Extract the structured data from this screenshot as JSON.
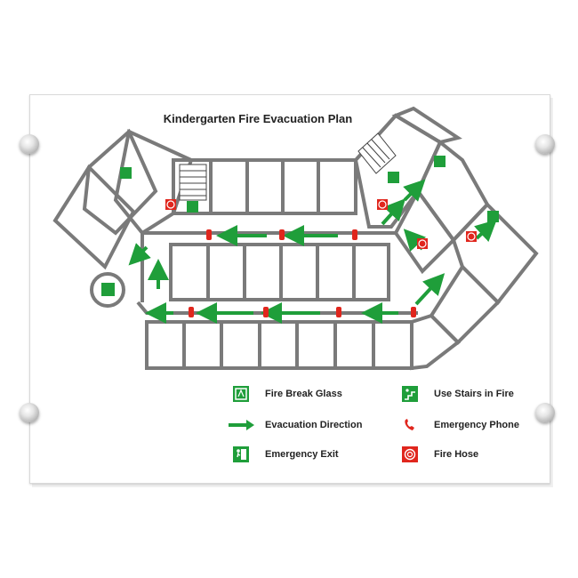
{
  "title": "Kindergarten Fire Evacuation Plan",
  "colors": {
    "wall": "#7a7a7a",
    "safety_green": "#1f9e3a",
    "fire_red": "#e0261d",
    "plaque": "#ffffff"
  },
  "legend": [
    {
      "icon": "fire-break-glass-icon",
      "label": "Fire Break Glass"
    },
    {
      "icon": "evacuation-arrow-icon",
      "label": "Evacuation Direction"
    },
    {
      "icon": "emergency-exit-icon",
      "label": "Emergency Exit"
    },
    {
      "icon": "use-stairs-icon",
      "label": "Use Stairs in Fire"
    },
    {
      "icon": "emergency-phone-icon",
      "label": "Emergency Phone"
    },
    {
      "icon": "fire-hose-icon",
      "label": "Fire Hose"
    }
  ]
}
